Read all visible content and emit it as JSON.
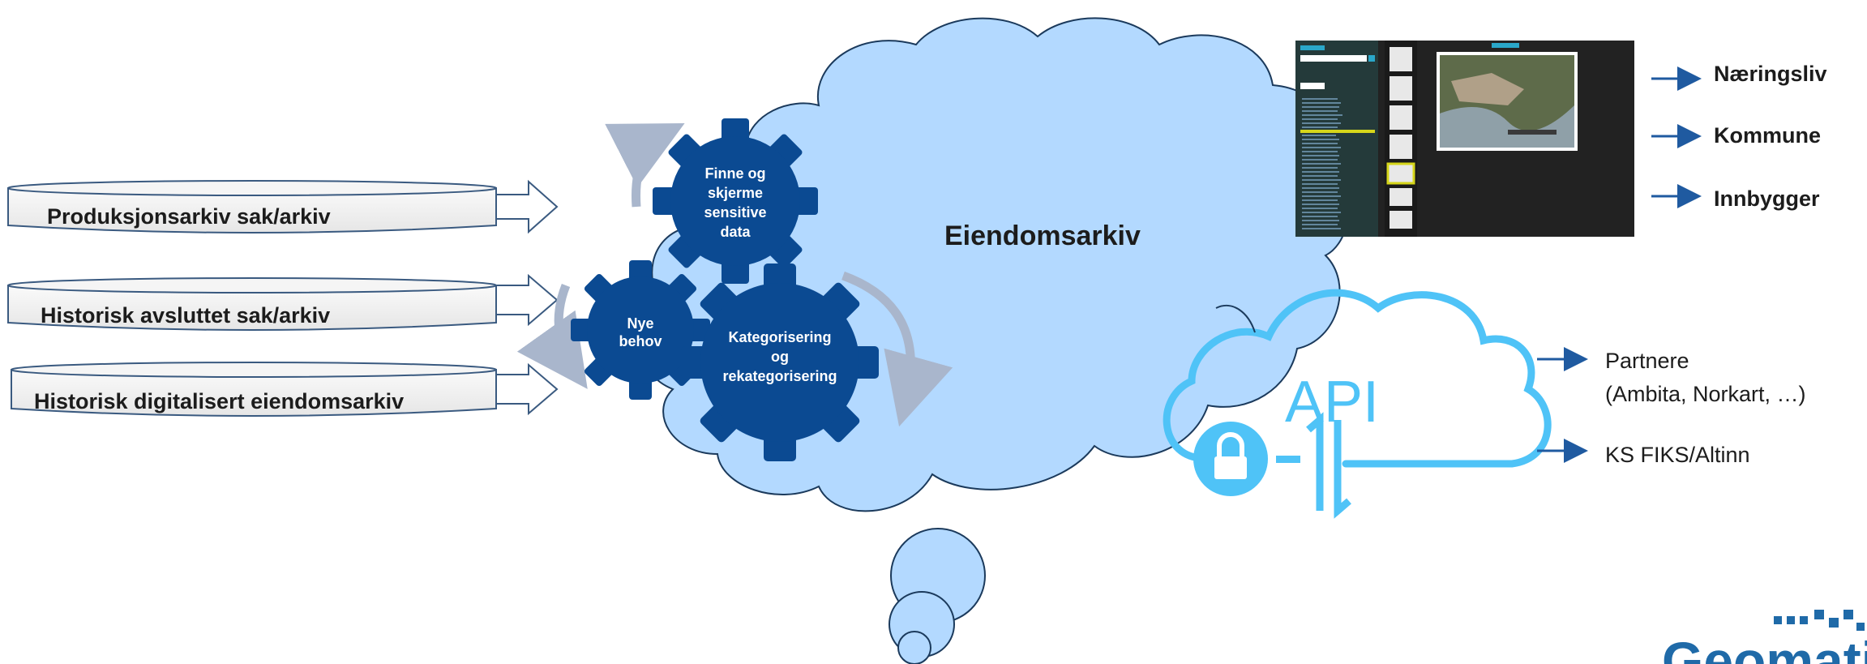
{
  "sources": [
    {
      "label": "Produksjonsarkiv sak/arkiv"
    },
    {
      "label": "Historisk avsluttet sak/arkiv"
    },
    {
      "label": "Historisk digitalisert eiendomsarkiv"
    }
  ],
  "gears": {
    "top": [
      "Finne og",
      "skjerme",
      "sensitive",
      "data"
    ],
    "left": [
      "Nye",
      "behov"
    ],
    "right": [
      "Kategorisering",
      "og",
      "rekategorisering"
    ]
  },
  "cloud": {
    "title": "Eiendomsarkiv"
  },
  "outputs_top": [
    {
      "label": "Næringsliv"
    },
    {
      "label": "Kommune"
    },
    {
      "label": "Innbygger"
    }
  ],
  "api": {
    "label": "API"
  },
  "outputs_api": [
    {
      "line1": "Partnere",
      "line2": "(Ambita, Norkart, …)"
    },
    {
      "line1": "KS FIKS/Altinn"
    }
  ],
  "logo": {
    "text": "Geomati"
  },
  "colors": {
    "gear": "#0b4a92",
    "cloud_fill": "#b3d9ff",
    "cloud_stroke": "#1b3a5c",
    "api": "#4fc3f7",
    "arrow": "#1f5aa0",
    "cycle_arrow": "#a9b6cc",
    "logo": "#1f6aa8"
  }
}
